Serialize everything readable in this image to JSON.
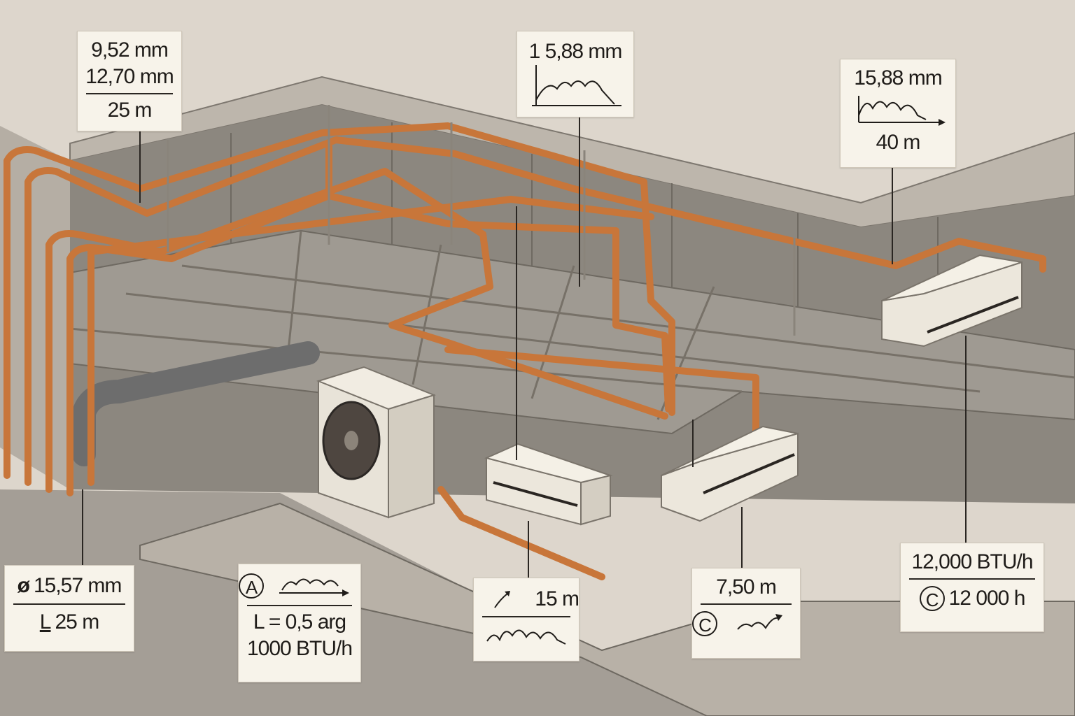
{
  "labels": {
    "top_left": {
      "line1": "9,52 mm",
      "line2": "12,70 mm",
      "line3": "25 m"
    },
    "top_center": {
      "line1": "1 5,88 mm"
    },
    "top_right": {
      "line1": "15,88 mm",
      "line2": "40 m"
    },
    "bottom_left": {
      "prefix1": "ø",
      "line1": "15,57 mm",
      "prefix2": "L",
      "line2": "25 m"
    },
    "bottom_a": {
      "badge": "A",
      "line1": "L = 0,5 arg",
      "line2": "1000 BTU/h"
    },
    "bottom_center": {
      "line1": "15 m"
    },
    "bottom_c": {
      "line1": "7,50 m",
      "badge": "C"
    },
    "bottom_right": {
      "line1": "12,000 BTU/h",
      "badge": "C",
      "line2": "12 000 h"
    }
  },
  "colors": {
    "copper": "#c8763a",
    "concrete": "#a7a199",
    "wall": "#c4bdb3",
    "background": "#ddd6cc",
    "label_bg": "#f7f3ea"
  }
}
